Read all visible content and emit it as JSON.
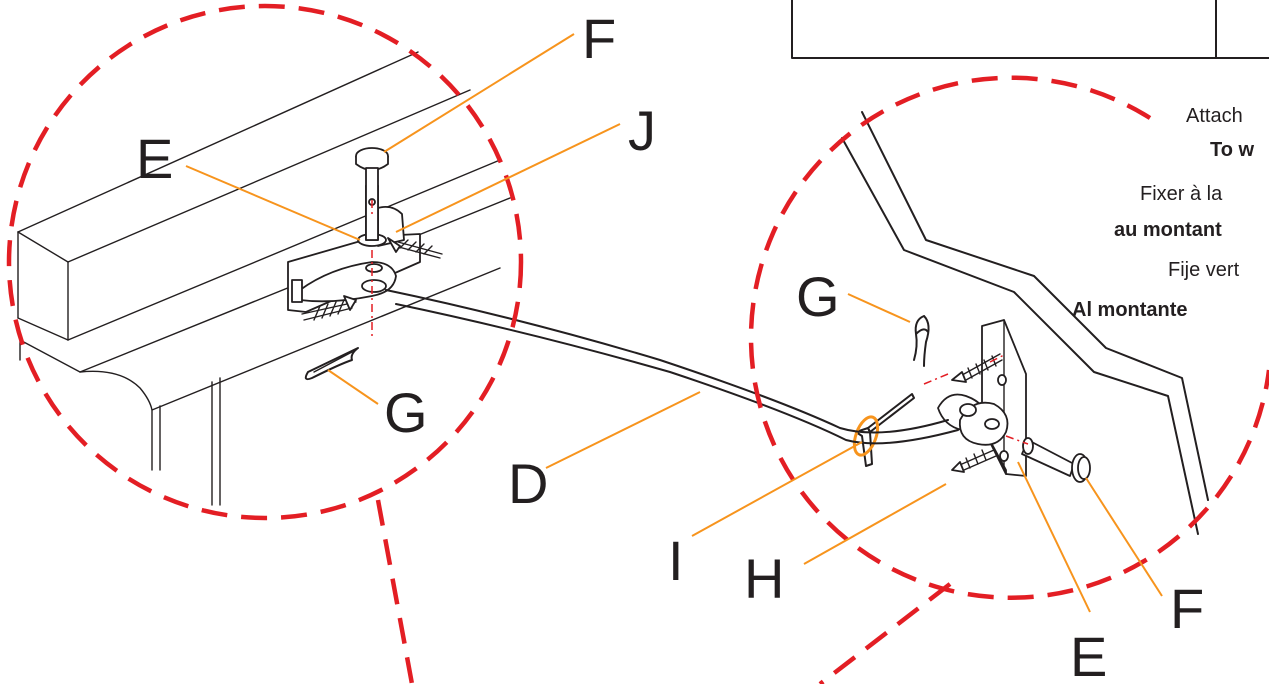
{
  "callouts": {
    "F_left": "F",
    "E_left": "E",
    "J": "J",
    "G_left": "G",
    "D": "D",
    "G_right": "G",
    "I": "I",
    "H": "H",
    "E_right": "E",
    "F_right": "F"
  },
  "instructions": {
    "en_line1": "Attach",
    "en_line2": "To w",
    "fr_line1": "Fixer à la",
    "fr_line2": "au montant",
    "es_line1": "Fije vert",
    "es_line2": "Al montante"
  },
  "colors": {
    "detail_circle": "#e31e24",
    "leader_lines": "#f7941d",
    "line_art": "#231f20"
  }
}
